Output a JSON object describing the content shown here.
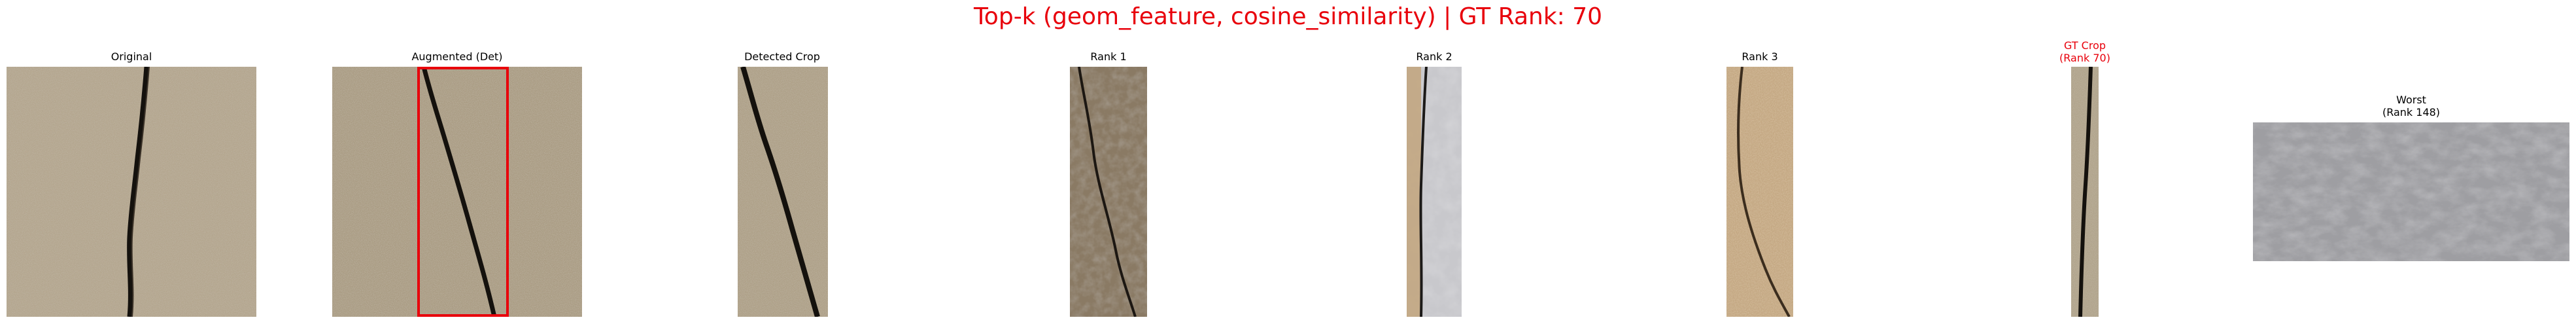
{
  "figure": {
    "title": "Top-k (geom_feature, cosine_similarity) | GT Rank: 70",
    "title_color": "#e8000b"
  },
  "panels": [
    {
      "title": "Original",
      "title_color": "#000000"
    },
    {
      "title": "Augmented (Det)",
      "title_color": "#000000",
      "detection_box_color": "#e8000b"
    },
    {
      "title": "Detected Crop",
      "title_color": "#000000"
    },
    {
      "title": "Rank 1",
      "title_color": "#000000"
    },
    {
      "title": "Rank 2",
      "title_color": "#000000"
    },
    {
      "title": "Rank 3",
      "title_color": "#000000"
    },
    {
      "title": "GT Crop\n(Rank 70)",
      "title_color": "#e8000b"
    },
    {
      "title": "Worst\n(Rank 148)",
      "title_color": "#000000"
    }
  ]
}
